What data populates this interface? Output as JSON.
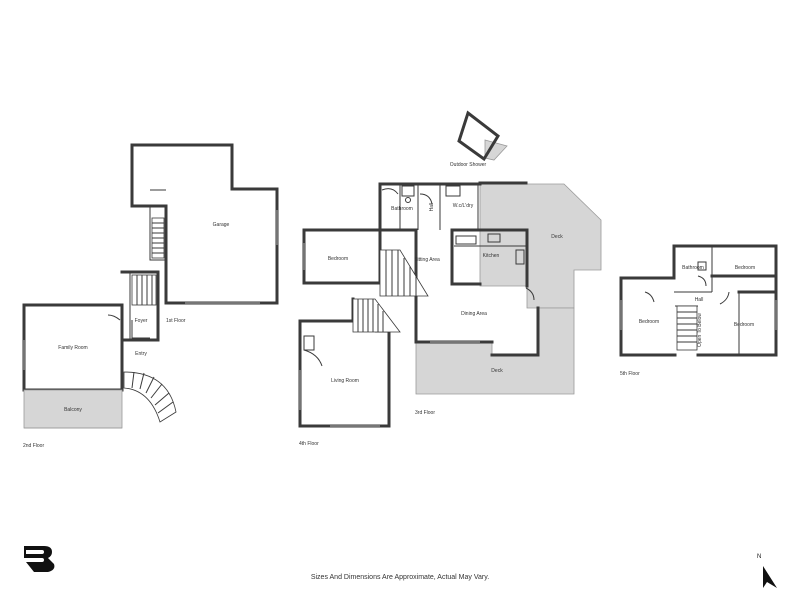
{
  "floors": {
    "first": "1st Floor",
    "second": "2nd Floor",
    "third": "3rd Floor",
    "fourth": "4th Floor",
    "fifth": "5th Floor"
  },
  "rooms": {
    "garage": "Garage",
    "foyer": "Foyer",
    "entry": "Entry",
    "family_room": "Family Room",
    "balcony": "Balcony",
    "outdoor_shower": "Outdoor Shower",
    "bathroom_3": "Bathroom",
    "hall_3": "Hall",
    "wc_laundry": "W.c/L'dry",
    "deck_upper": "Deck",
    "bedroom_3": "Bedroom",
    "sitting_area": "Sitting Area",
    "kitchen": "Kitchen",
    "dining_area": "Dining Area",
    "deck_lower": "Deck",
    "living_room": "Living Room",
    "bathroom_5": "Bathroom",
    "bedroom_5a": "Bedroom",
    "hall_5": "Hall",
    "bedroom_5b": "Bedroom",
    "bedroom_5c": "Bedroom",
    "open_to_below": "Open To Below"
  },
  "footer": "Sizes And Dimensions Are Approximate, Actual May Vary.",
  "north_label": "N",
  "colors": {
    "wall": "#3a3a3a",
    "deck": "#d6d6d6",
    "text": "#333333"
  },
  "icons": {
    "logo": "brand-logo-icon",
    "north": "north-arrow-icon"
  }
}
